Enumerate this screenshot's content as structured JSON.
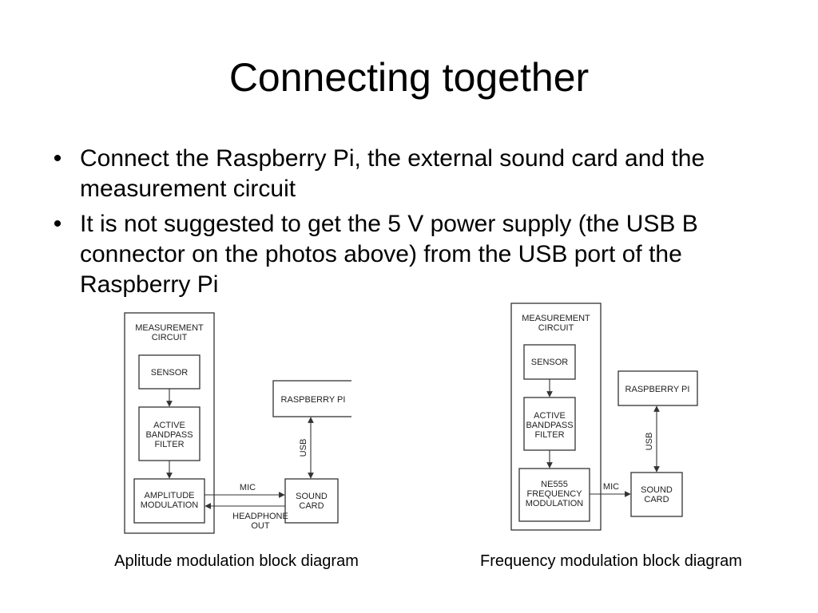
{
  "slide": {
    "title": "Connecting together",
    "bullets": [
      "Connect the Raspberry Pi, the external sound card and the measurement circuit",
      "It is not suggested to get the 5 V power supply (the USB B connector on the photos above) from the USB port of the Raspberry Pi"
    ]
  },
  "am_diagram": {
    "container_line1": "MEASUREMENT",
    "container_line2": "CIRCUIT",
    "sensor": "SENSOR",
    "filter_line1": "ACTIVE",
    "filter_line2": "BANDPASS",
    "filter_line3": "FILTER",
    "mod_line1": "AMPLITUDE",
    "mod_line2": "MODULATION",
    "raspberry": "RASPBERRY PI",
    "soundcard_line1": "SOUND",
    "soundcard_line2": "CARD",
    "usb": "USB",
    "mic": "MIC",
    "headphone_line1": "HEADPHONE",
    "headphone_line2": "OUT",
    "caption": "Aplitude modulation block diagram"
  },
  "fm_diagram": {
    "container_line1": "MEASUREMENT",
    "container_line2": "CIRCUIT",
    "sensor": "SENSOR",
    "filter_line1": "ACTIVE",
    "filter_line2": "BANDPASS",
    "filter_line3": "FILTER",
    "mod_line1": "NE555",
    "mod_line2": "FREQUENCY",
    "mod_line3": "MODULATION",
    "raspberry": "RASPBERRY PI",
    "soundcard_line1": "SOUND",
    "soundcard_line2": "CARD",
    "usb": "USB",
    "mic": "MIC",
    "caption": "Frequency modulation block diagram"
  }
}
